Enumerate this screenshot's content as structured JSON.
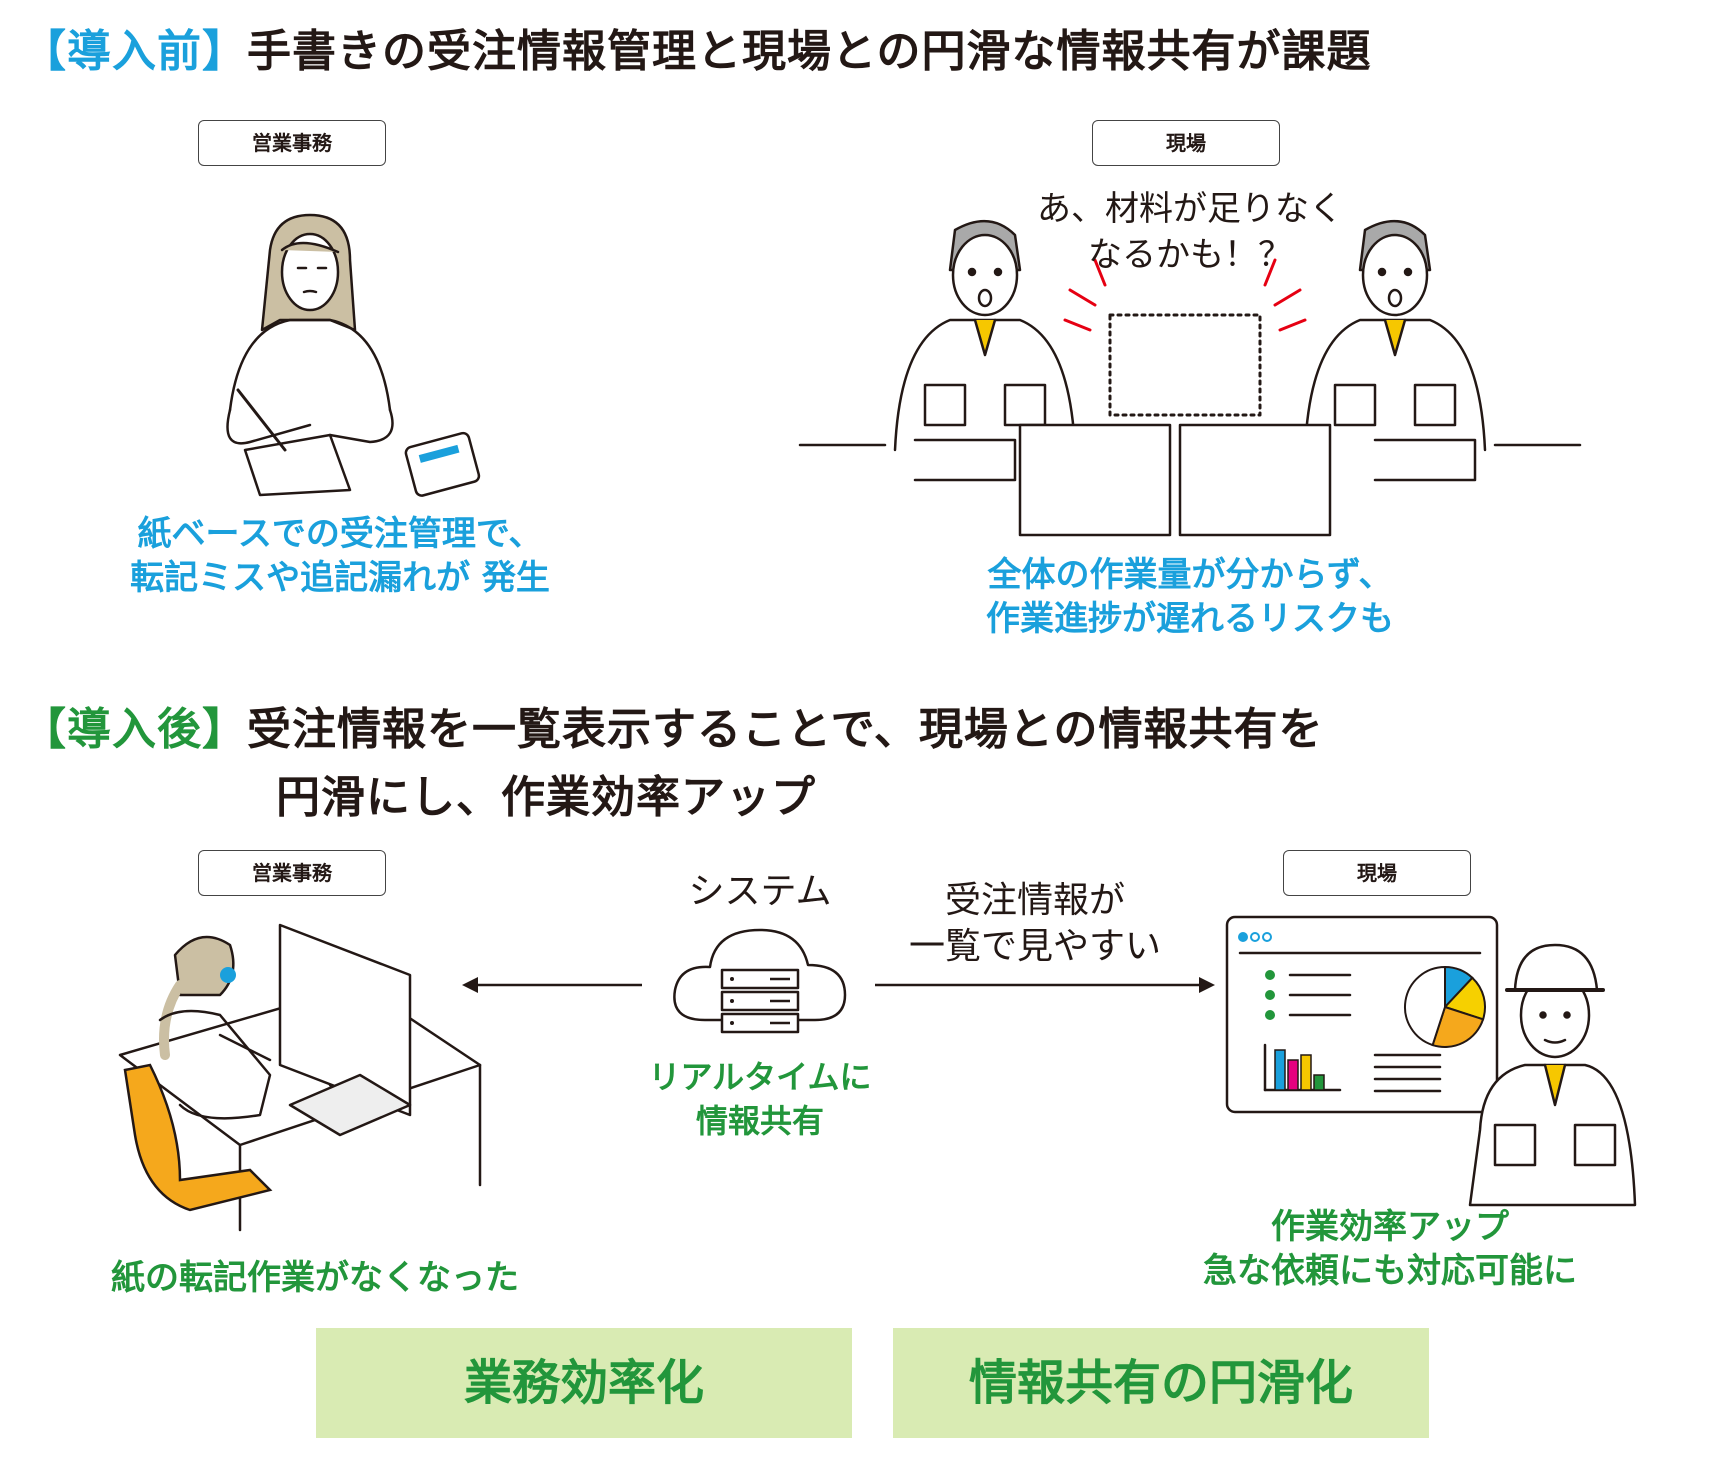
{
  "before": {
    "tag": "【導入前】",
    "title": "手書きの受注情報管理と現場との円滑な情報共有が課題",
    "office_label": "営業事務",
    "site_label": "現場",
    "speech": [
      "あ、材料が足りなく",
      "なるかも！？"
    ],
    "office_caption": [
      "紙ベースでの受注管理で、",
      "転記ミスや追記漏れが 発生"
    ],
    "site_caption": [
      "全体の作業量が分からず、",
      "作業進捗が遅れるリスクも"
    ]
  },
  "after": {
    "tag": "【導入後】",
    "title_lines": [
      "受注情報を一覧表示することで、現場との情報共有を",
      "円滑にし、作業効率アップ"
    ],
    "office_label": "営業事務",
    "site_label": "現場",
    "system_label": "システム",
    "system_caption": [
      "リアルタイムに",
      "情報共有"
    ],
    "arrow_caption": [
      "受注情報が",
      "一覧で見やすい"
    ],
    "office_caption": "紙の転記作業がなくなった",
    "site_caption": [
      "作業効率アップ",
      "急な依頼にも対応可能に"
    ]
  },
  "results": [
    "業務効率化",
    "情報共有の円滑化"
  ],
  "colors": {
    "before_accent": "#1aa0dc",
    "after_accent": "#22963b",
    "result_bg": "#d9ebb3",
    "alert_red": "#e60012",
    "tie_yellow": "#f6c700",
    "chair_orange": "#f5a81c"
  },
  "chart_segments": [
    {
      "color": "#1aa0dc",
      "share": 0.12
    },
    {
      "color": "#f6d000",
      "share": 0.18
    },
    {
      "color": "#f5a81c",
      "share": 0.25
    },
    {
      "color": "#ffffff",
      "share": 0.45
    }
  ]
}
